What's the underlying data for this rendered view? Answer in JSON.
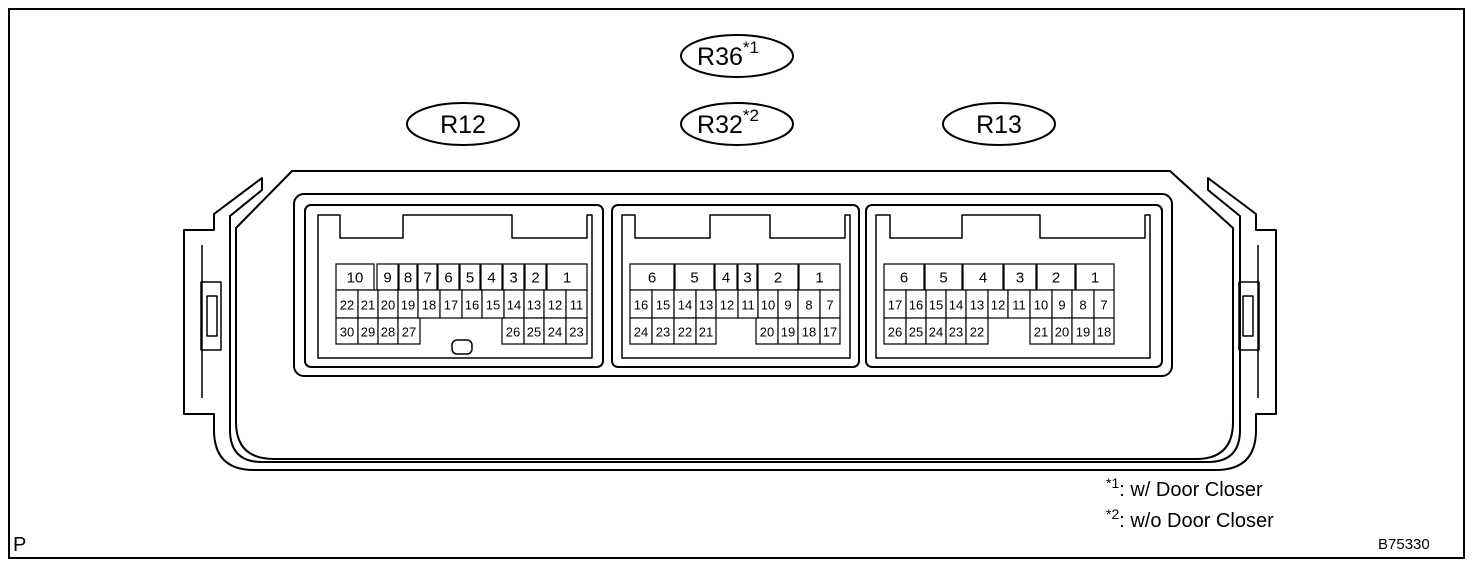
{
  "labels": {
    "r36": {
      "text": "R36",
      "note": "*1"
    },
    "r12": {
      "text": "R12"
    },
    "r32": {
      "text": "R32",
      "note": "*2"
    },
    "r13": {
      "text": "R13"
    }
  },
  "connectors": [
    {
      "name": "R12",
      "rows": [
        [
          "10",
          "9",
          "8",
          "7",
          "6",
          "5",
          "4",
          "3",
          "2",
          "1"
        ],
        [
          "22",
          "21",
          "20",
          "19",
          "18",
          "17",
          "16",
          "15",
          "14",
          "13",
          "12",
          "11"
        ],
        [
          "30",
          "29",
          "28",
          "27",
          "26",
          "25",
          "24",
          "23"
        ]
      ]
    },
    {
      "name": "R32 / R36",
      "rows": [
        [
          "6",
          "5",
          "4",
          "3",
          "2",
          "1"
        ],
        [
          "16",
          "15",
          "14",
          "13",
          "12",
          "11",
          "10",
          "9",
          "8",
          "7"
        ],
        [
          "24",
          "23",
          "22",
          "21",
          "20",
          "19",
          "18",
          "17"
        ]
      ]
    },
    {
      "name": "R13",
      "rows": [
        [
          "6",
          "5",
          "4",
          "3",
          "2",
          "1"
        ],
        [
          "17",
          "16",
          "15",
          "14",
          "13",
          "12",
          "11",
          "10",
          "9",
          "8",
          "7"
        ],
        [
          "26",
          "25",
          "24",
          "23",
          "22",
          "21",
          "20",
          "19",
          "18"
        ]
      ]
    }
  ],
  "notes": [
    {
      "mark": "*1",
      "text": ": w/ Door Closer"
    },
    {
      "mark": "*2",
      "text": ": w/o Door Closer"
    }
  ],
  "corner_letter": "P",
  "figure_id": "B75330"
}
